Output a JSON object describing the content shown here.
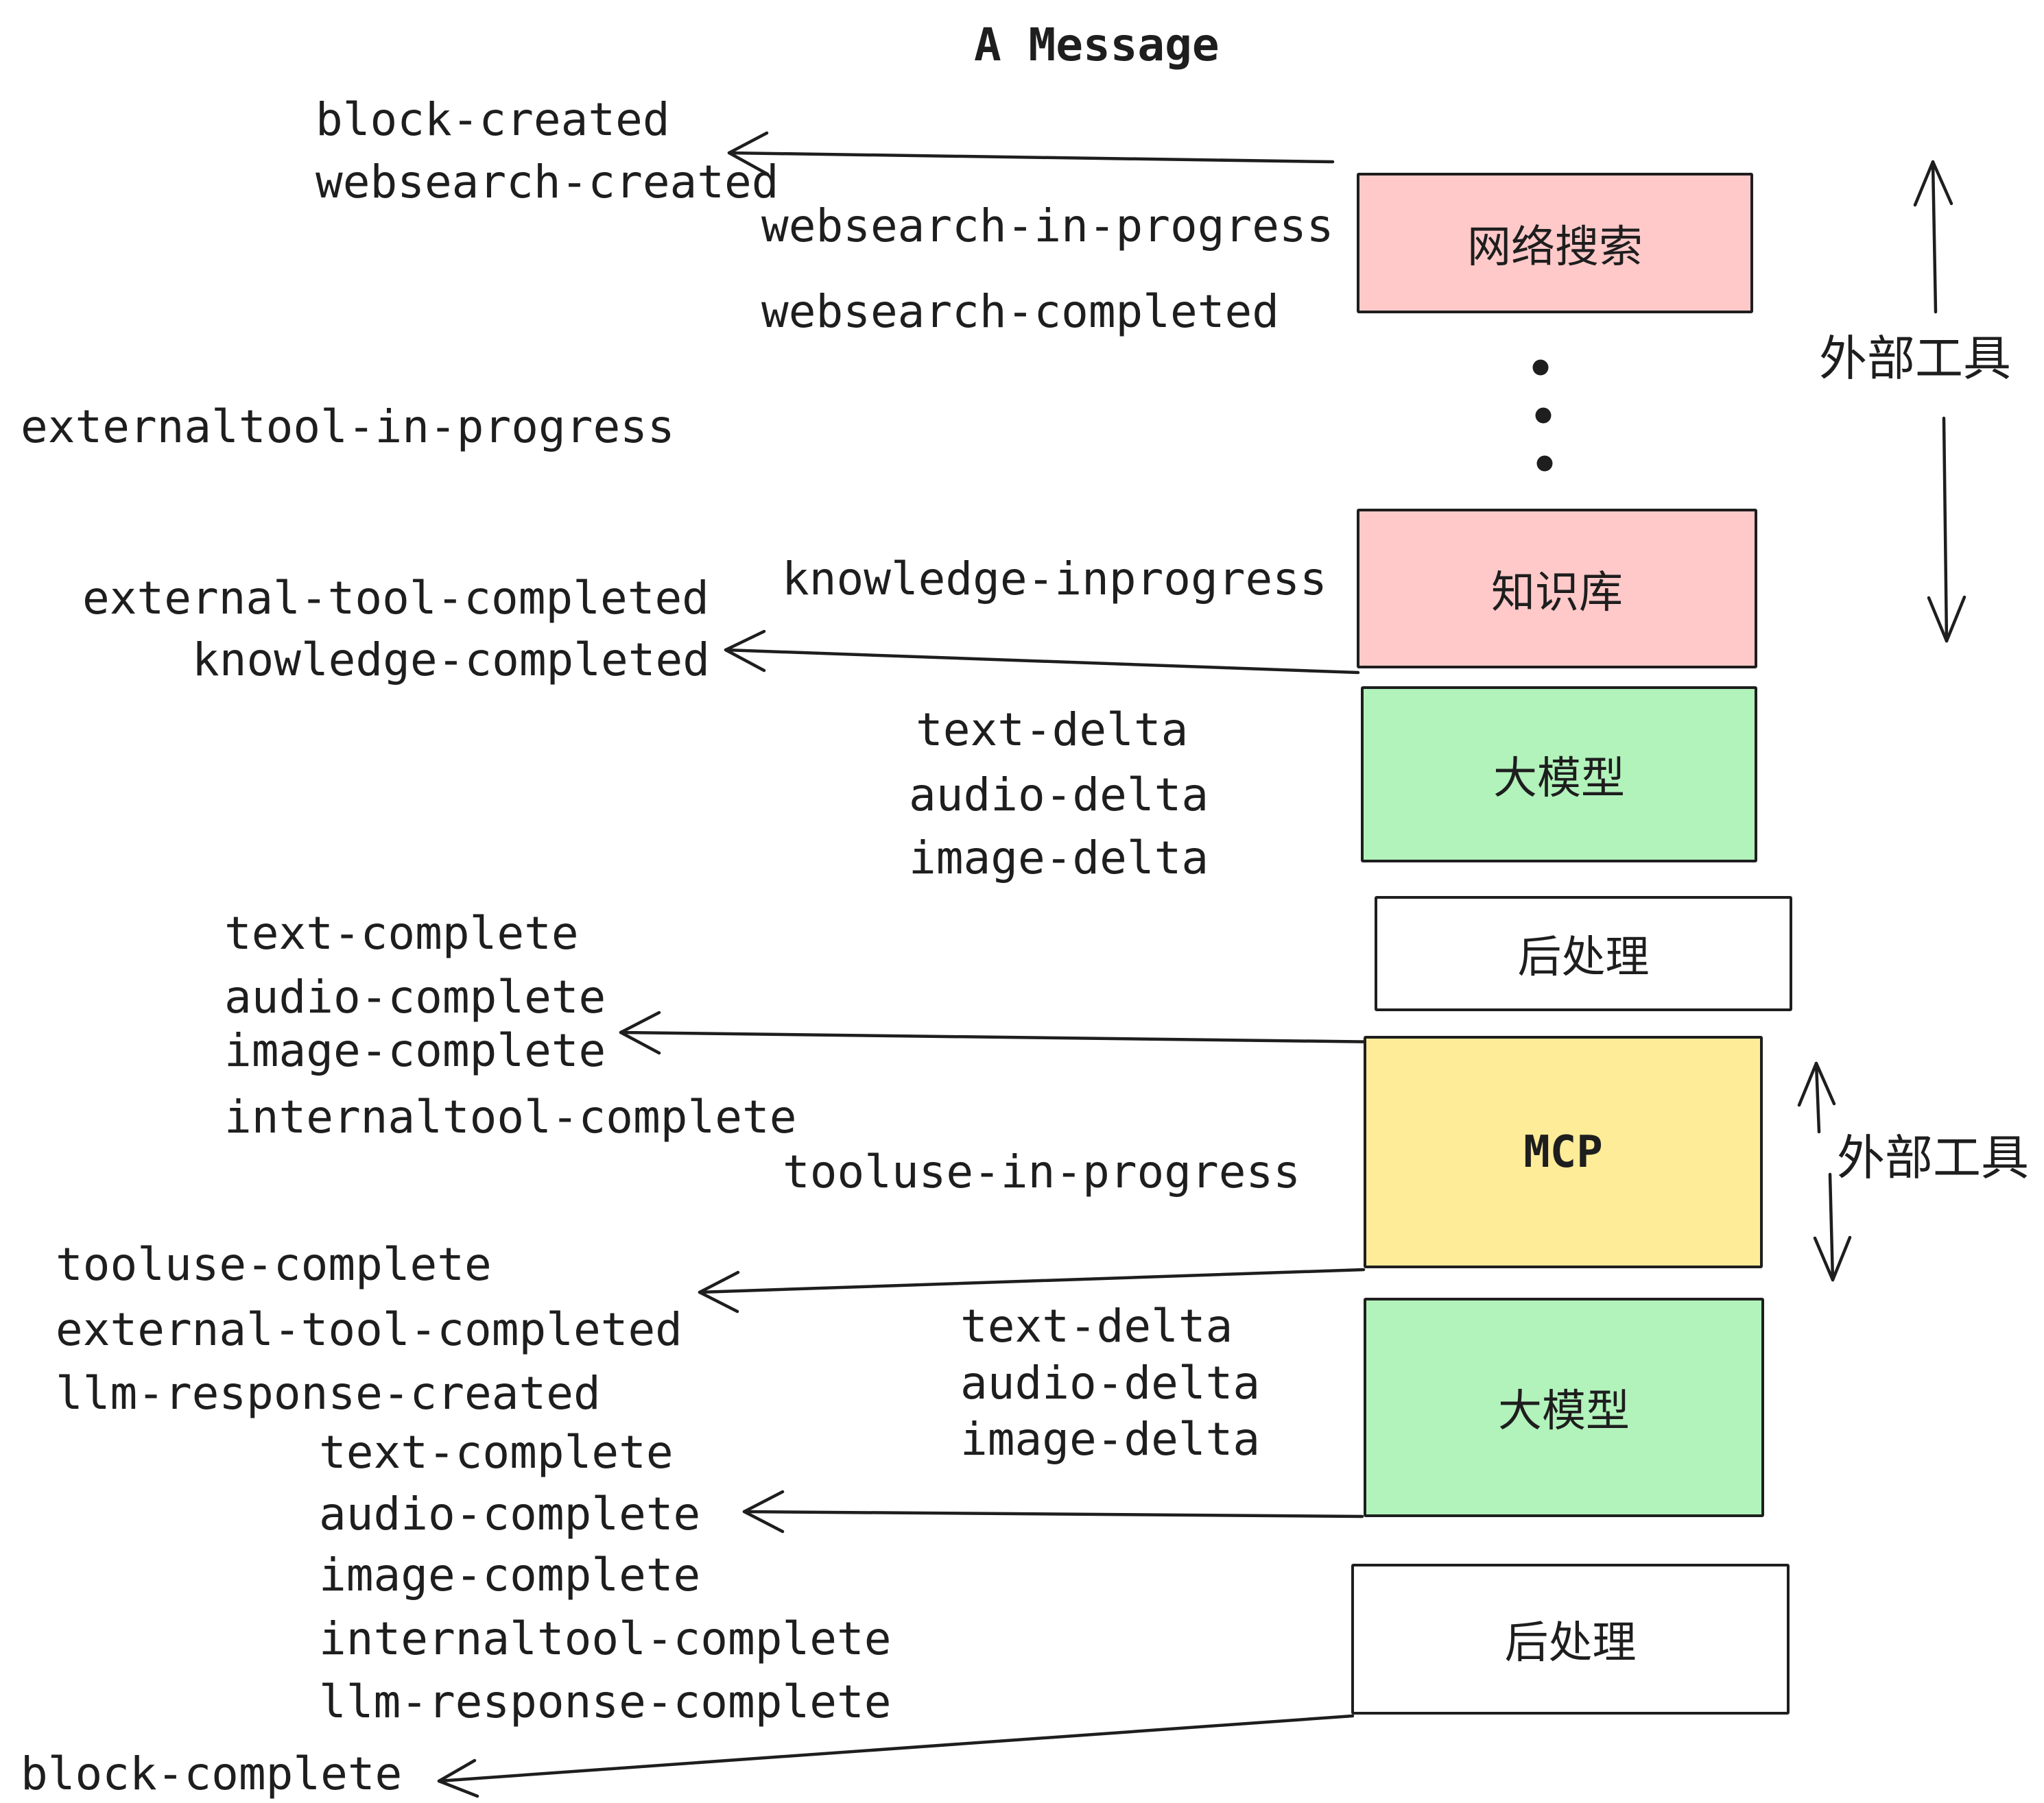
{
  "title": "A Message",
  "events": [
    {
      "name": "block-created"
    },
    {
      "name": "websearch-created"
    },
    {
      "name": "websearch-in-progress"
    },
    {
      "name": "websearch-completed"
    },
    {
      "name": "externaltool-in-progress"
    },
    {
      "name": "knowledge-inprogress"
    },
    {
      "name": "external-tool-completed"
    },
    {
      "name": "knowledge-completed"
    },
    {
      "name": "text-delta"
    },
    {
      "name": "audio-delta"
    },
    {
      "name": "image-delta"
    },
    {
      "name": "text-complete"
    },
    {
      "name": "audio-complete"
    },
    {
      "name": "image-complete"
    },
    {
      "name": "internaltool-complete"
    },
    {
      "name": "tooluse-in-progress"
    },
    {
      "name": "tooluse-complete"
    },
    {
      "name": "external-tool-completed"
    },
    {
      "name": "llm-response-created"
    },
    {
      "name": "text-complete"
    },
    {
      "name": "audio-complete"
    },
    {
      "name": "image-complete"
    },
    {
      "name": "internaltool-complete"
    },
    {
      "name": "llm-response-complete"
    },
    {
      "name": "text-delta"
    },
    {
      "name": "audio-delta"
    },
    {
      "name": "image-delta"
    },
    {
      "name": "block-complete"
    }
  ],
  "boxes": [
    {
      "label": "网络搜索",
      "color": "#ffc9c9"
    },
    {
      "label": "知识库",
      "color": "#ffc9c9"
    },
    {
      "label": "大模型",
      "color": "#b2f2bb"
    },
    {
      "label": "后处理",
      "color": "#ffffff"
    },
    {
      "label": "MCP",
      "color": "#ffec99"
    },
    {
      "label": "大模型",
      "color": "#b2f2bb"
    },
    {
      "label": "后处理",
      "color": "#ffffff"
    }
  ],
  "side_labels": [
    {
      "text": "外部工具"
    },
    {
      "text": "外部工具"
    }
  ],
  "colors": {
    "box_pink": "#ffc9c9",
    "box_green": "#b2f2bb",
    "box_yellow": "#ffec99",
    "box_white": "#ffffff",
    "stroke": "#1e1e1e"
  }
}
